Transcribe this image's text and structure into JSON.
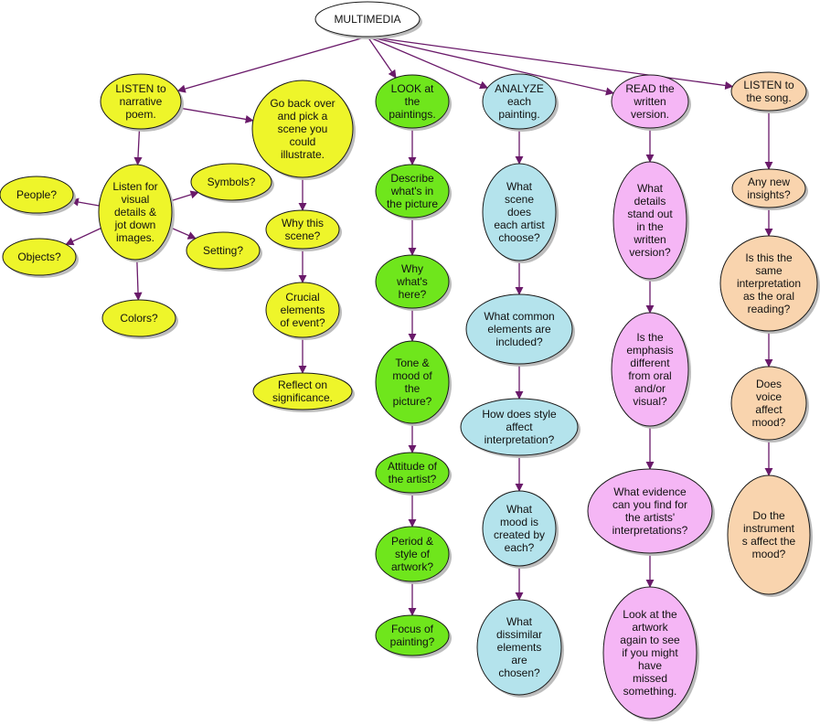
{
  "colors": {
    "root": "#ffffff",
    "yellow": "#eef52a",
    "green": "#6fe61c",
    "blue": "#b4e3ec",
    "pink": "#f5b6f5",
    "peach": "#f9d4ae",
    "edge": "#6a1a6a",
    "shadow": "#bdbdbd"
  },
  "nodes": {
    "root": {
      "text": [
        "MULTIMEDIA"
      ]
    },
    "listen_poem": {
      "text": [
        "LISTEN to",
        "narrative",
        "poem."
      ]
    },
    "go_back": {
      "text": [
        "Go back over",
        "and pick a",
        "scene you",
        "could",
        "illustrate."
      ]
    },
    "listen_visual": {
      "text": [
        "Listen for",
        "visual",
        "details &",
        "jot down",
        "images."
      ]
    },
    "people": {
      "text": [
        "People?"
      ]
    },
    "objects": {
      "text": [
        "Objects?"
      ]
    },
    "colors_q": {
      "text": [
        "Colors?"
      ]
    },
    "symbols": {
      "text": [
        "Symbols?"
      ]
    },
    "setting": {
      "text": [
        "Setting?"
      ]
    },
    "why_scene": {
      "text": [
        "Why this",
        "scene?"
      ]
    },
    "crucial": {
      "text": [
        "Crucial",
        "elements",
        "of event?"
      ]
    },
    "reflect": {
      "text": [
        "Reflect on",
        "significance."
      ]
    },
    "look": {
      "text": [
        "LOOK at",
        "the",
        "paintings."
      ]
    },
    "describe": {
      "text": [
        "Describe",
        "what's in",
        "the picture"
      ]
    },
    "why_here": {
      "text": [
        "Why",
        "what's",
        "here?"
      ]
    },
    "tone": {
      "text": [
        "Tone &",
        "mood of",
        "the",
        "picture?"
      ]
    },
    "attitude": {
      "text": [
        "Attitude of",
        "the artist?"
      ]
    },
    "period": {
      "text": [
        "Period &",
        "style of",
        "artwork?"
      ]
    },
    "focus": {
      "text": [
        "Focus of",
        "painting?"
      ]
    },
    "analyze": {
      "text": [
        "ANALYZE",
        "each",
        "painting."
      ]
    },
    "what_scene": {
      "text": [
        "What",
        "scene",
        "does",
        "each artist",
        "choose?"
      ]
    },
    "common": {
      "text": [
        "What common",
        "elements are",
        "included?"
      ]
    },
    "style": {
      "text": [
        "How does style",
        "affect",
        "interpretation?"
      ]
    },
    "mood_created": {
      "text": [
        "What",
        "mood is",
        "created by",
        "each?"
      ]
    },
    "dissimilar": {
      "text": [
        "What",
        "dissimilar",
        "elements",
        "are",
        "chosen?"
      ]
    },
    "read": {
      "text": [
        "READ the",
        "written",
        "version."
      ]
    },
    "details_stand": {
      "text": [
        "What",
        "details",
        "stand out",
        "in the",
        "written",
        "version?"
      ]
    },
    "emphasis": {
      "text": [
        "Is the",
        "emphasis",
        "different",
        "from oral",
        "and/or",
        "visual?"
      ]
    },
    "evidence": {
      "text": [
        "What evidence",
        "can you find for",
        "the artists'",
        "interpretations?"
      ]
    },
    "look_again": {
      "text": [
        "Look at the",
        "artwork",
        "again to see",
        "if you might",
        "have",
        "missed",
        "something."
      ]
    },
    "listen_song": {
      "text": [
        "LISTEN to",
        "the song."
      ]
    },
    "insights": {
      "text": [
        "Any new",
        "insights?"
      ]
    },
    "same_interp": {
      "text": [
        "Is this the",
        "same",
        "interpretation",
        "as the oral",
        "reading?"
      ]
    },
    "voice": {
      "text": [
        "Does",
        "voice",
        "affect",
        "mood?"
      ]
    },
    "instruments": {
      "text": [
        "Do the",
        "instrument",
        "s affect the",
        "mood?"
      ]
    }
  }
}
